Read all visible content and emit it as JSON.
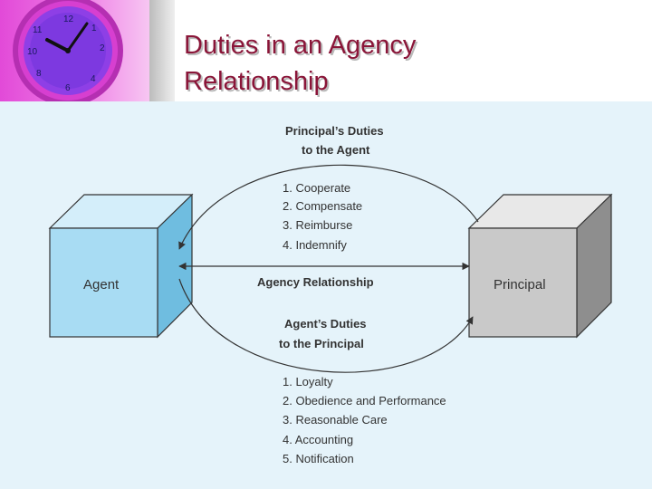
{
  "slide": {
    "title_line1": "Duties in an Agency",
    "title_line2": "Relationship"
  },
  "diagram": {
    "agent_label": "Agent",
    "principal_label": "Principal",
    "principal_duties_heading_line1": "Principal’s Duties",
    "principal_duties_heading_line2": "to the  Agent",
    "principal_duties": [
      "1. Cooperate",
      "2. Compensate",
      "3. Reimburse",
      "4. Indemnify"
    ],
    "relationship_label": "Agency Relationship",
    "agent_duties_heading_line1": "Agent’s Duties",
    "agent_duties_heading_line2": "to the Principal",
    "agent_duties": [
      "1. Loyalty",
      "2. Obedience and Performance",
      "3. Reasonable Care",
      "4. Accounting",
      "5. Notification"
    ]
  },
  "colors": {
    "title": "#8a1538",
    "panel_bg": "#e5f3fa",
    "agent_box": "#a8dcf3",
    "principal_box": "#c9c9c9"
  }
}
